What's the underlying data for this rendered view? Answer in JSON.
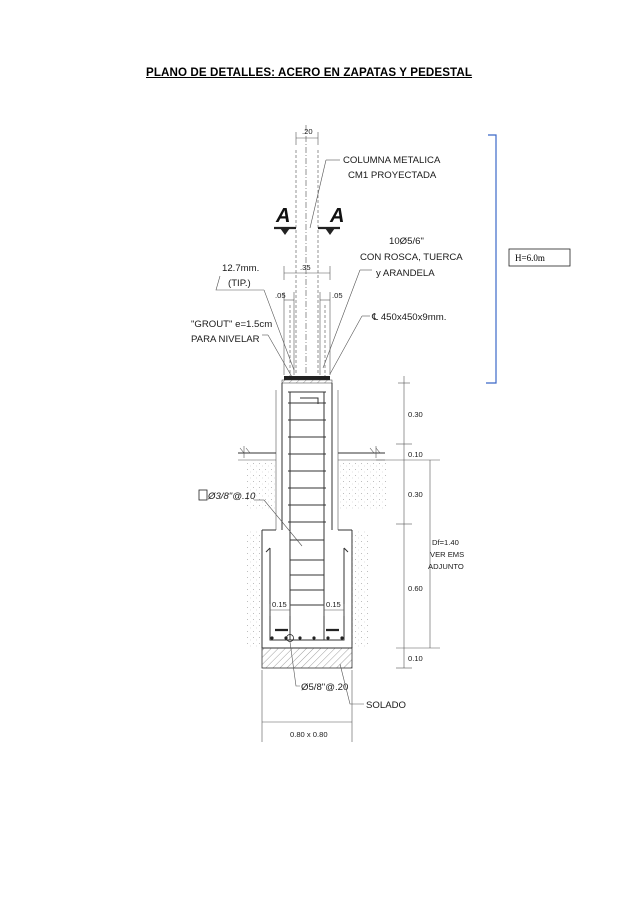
{
  "title": "PLANO DE DETALLES: ACERO EN ZAPATAS Y PEDESTAL",
  "height_label": "H=6.0m",
  "labels": {
    "dim_top": ".20",
    "columna_1": "COLUMNA METALICA",
    "columna_2": "CM1 PROYECTADA",
    "section_a": "A",
    "anchor_1": "10Ø5/6\"",
    "anchor_2": "CON ROSCA, TUERCA",
    "anchor_3": "y ARANDELA",
    "plate_size": "12.7mm.",
    "plate_tip": "(TIP.)",
    "dim_35": ".35",
    "dim_05_left": ".05",
    "dim_05_right": ".05",
    "plate_label": "℄ 450x450x9mm.",
    "grout_1": "\"GROUT\" e=1.5cm",
    "grout_2": "PARA NIVELAR",
    "stirrups": "Ø3/8\"@.10",
    "dim_015_left": "0.15",
    "dim_015_right": "0.15",
    "bars": "Ø5/8\"@.20",
    "solado": "SOLADO",
    "footing_size": "0.80 x 0.80",
    "dim_030a": "0.30",
    "dim_010a": "0.10",
    "dim_030b": "0.30",
    "dim_060": "0.60",
    "dim_010b": "0.10",
    "df_1": "Df=1.40",
    "df_2": "VER EMS",
    "df_3": "ADJUNTO"
  },
  "colors": {
    "bracket": "#3b67c8"
  }
}
